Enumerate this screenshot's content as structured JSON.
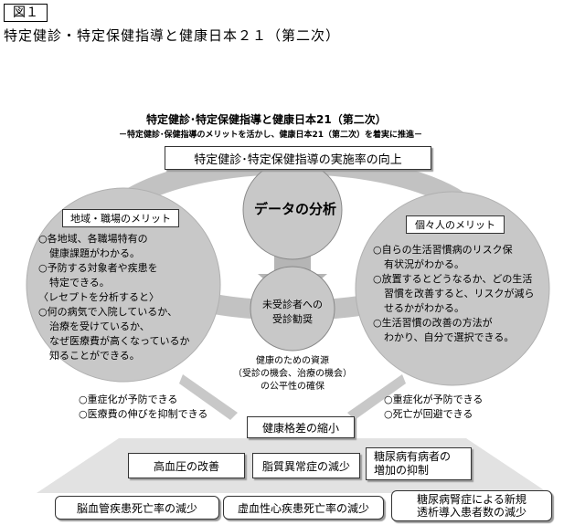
{
  "figure": {
    "label": "図１",
    "title": "特定健診・特定保健指導と健康日本２１（第二次）"
  },
  "header": {
    "title": "特定健診･特定保健指導と健康日本21（第二次）",
    "subtitle": "－特定健診･保健指導のメリットを活かし、健康日本21（第二次）を着実に推進－"
  },
  "top_box": "特定健診･特定保健指導の実施率の向上",
  "center": {
    "data_analysis": "データの分析",
    "unexamined": [
      "未受診者への",
      "受診勧奨"
    ],
    "resources": [
      "健康のための資源",
      "（受診の機会、治療の機会）",
      "の公平性の確保"
    ]
  },
  "left_circle": {
    "title": "地域・職場のメリット",
    "lines": [
      "○各地域、各職場特有の",
      "健康課題がわかる。",
      "○予防する対象者や疾患を",
      "特定できる。",
      "〈レセプトを分析すると〉",
      "○何の病気で入院しているか、",
      "治療を受けているか、",
      "なぜ医療費が高くなっているか",
      "知ることができる。"
    ]
  },
  "right_circle": {
    "title": "個々人のメリット",
    "lines": [
      "○自らの生活習慣病のリスク保",
      "有状況がわかる。",
      "○放置するとどうなるか、どの生活",
      "習慣を改善すると、リスクが減ら",
      "せるかがわかる。",
      "○生活習慣の改善の方法が",
      "わかり、自分で選択できる。"
    ]
  },
  "left_effects": [
    "○重症化が予防できる",
    "○医療費の伸びを抑制できる"
  ],
  "right_effects": [
    "○重症化が予防できる",
    "○死亡が回避できる"
  ],
  "outcomes": {
    "gap": "健康格差の縮小",
    "hypertension": "高血圧の改善",
    "dyslipidemia": "脂質異常症の減少",
    "diabetes": [
      "糖尿病有病者の",
      "増加の抑制"
    ],
    "stroke": "脳血管疾患死亡率の減少",
    "heart": "虚血性心疾患死亡率の減少",
    "dialysis": [
      "糖尿病腎症による新規",
      "透析導入患者数の減少"
    ]
  },
  "colors": {
    "circle_fill": "#c8c8c8",
    "arrow_fill": "#b5b5b5",
    "box_border": "#333333",
    "shadow": "#9a9a9a"
  }
}
